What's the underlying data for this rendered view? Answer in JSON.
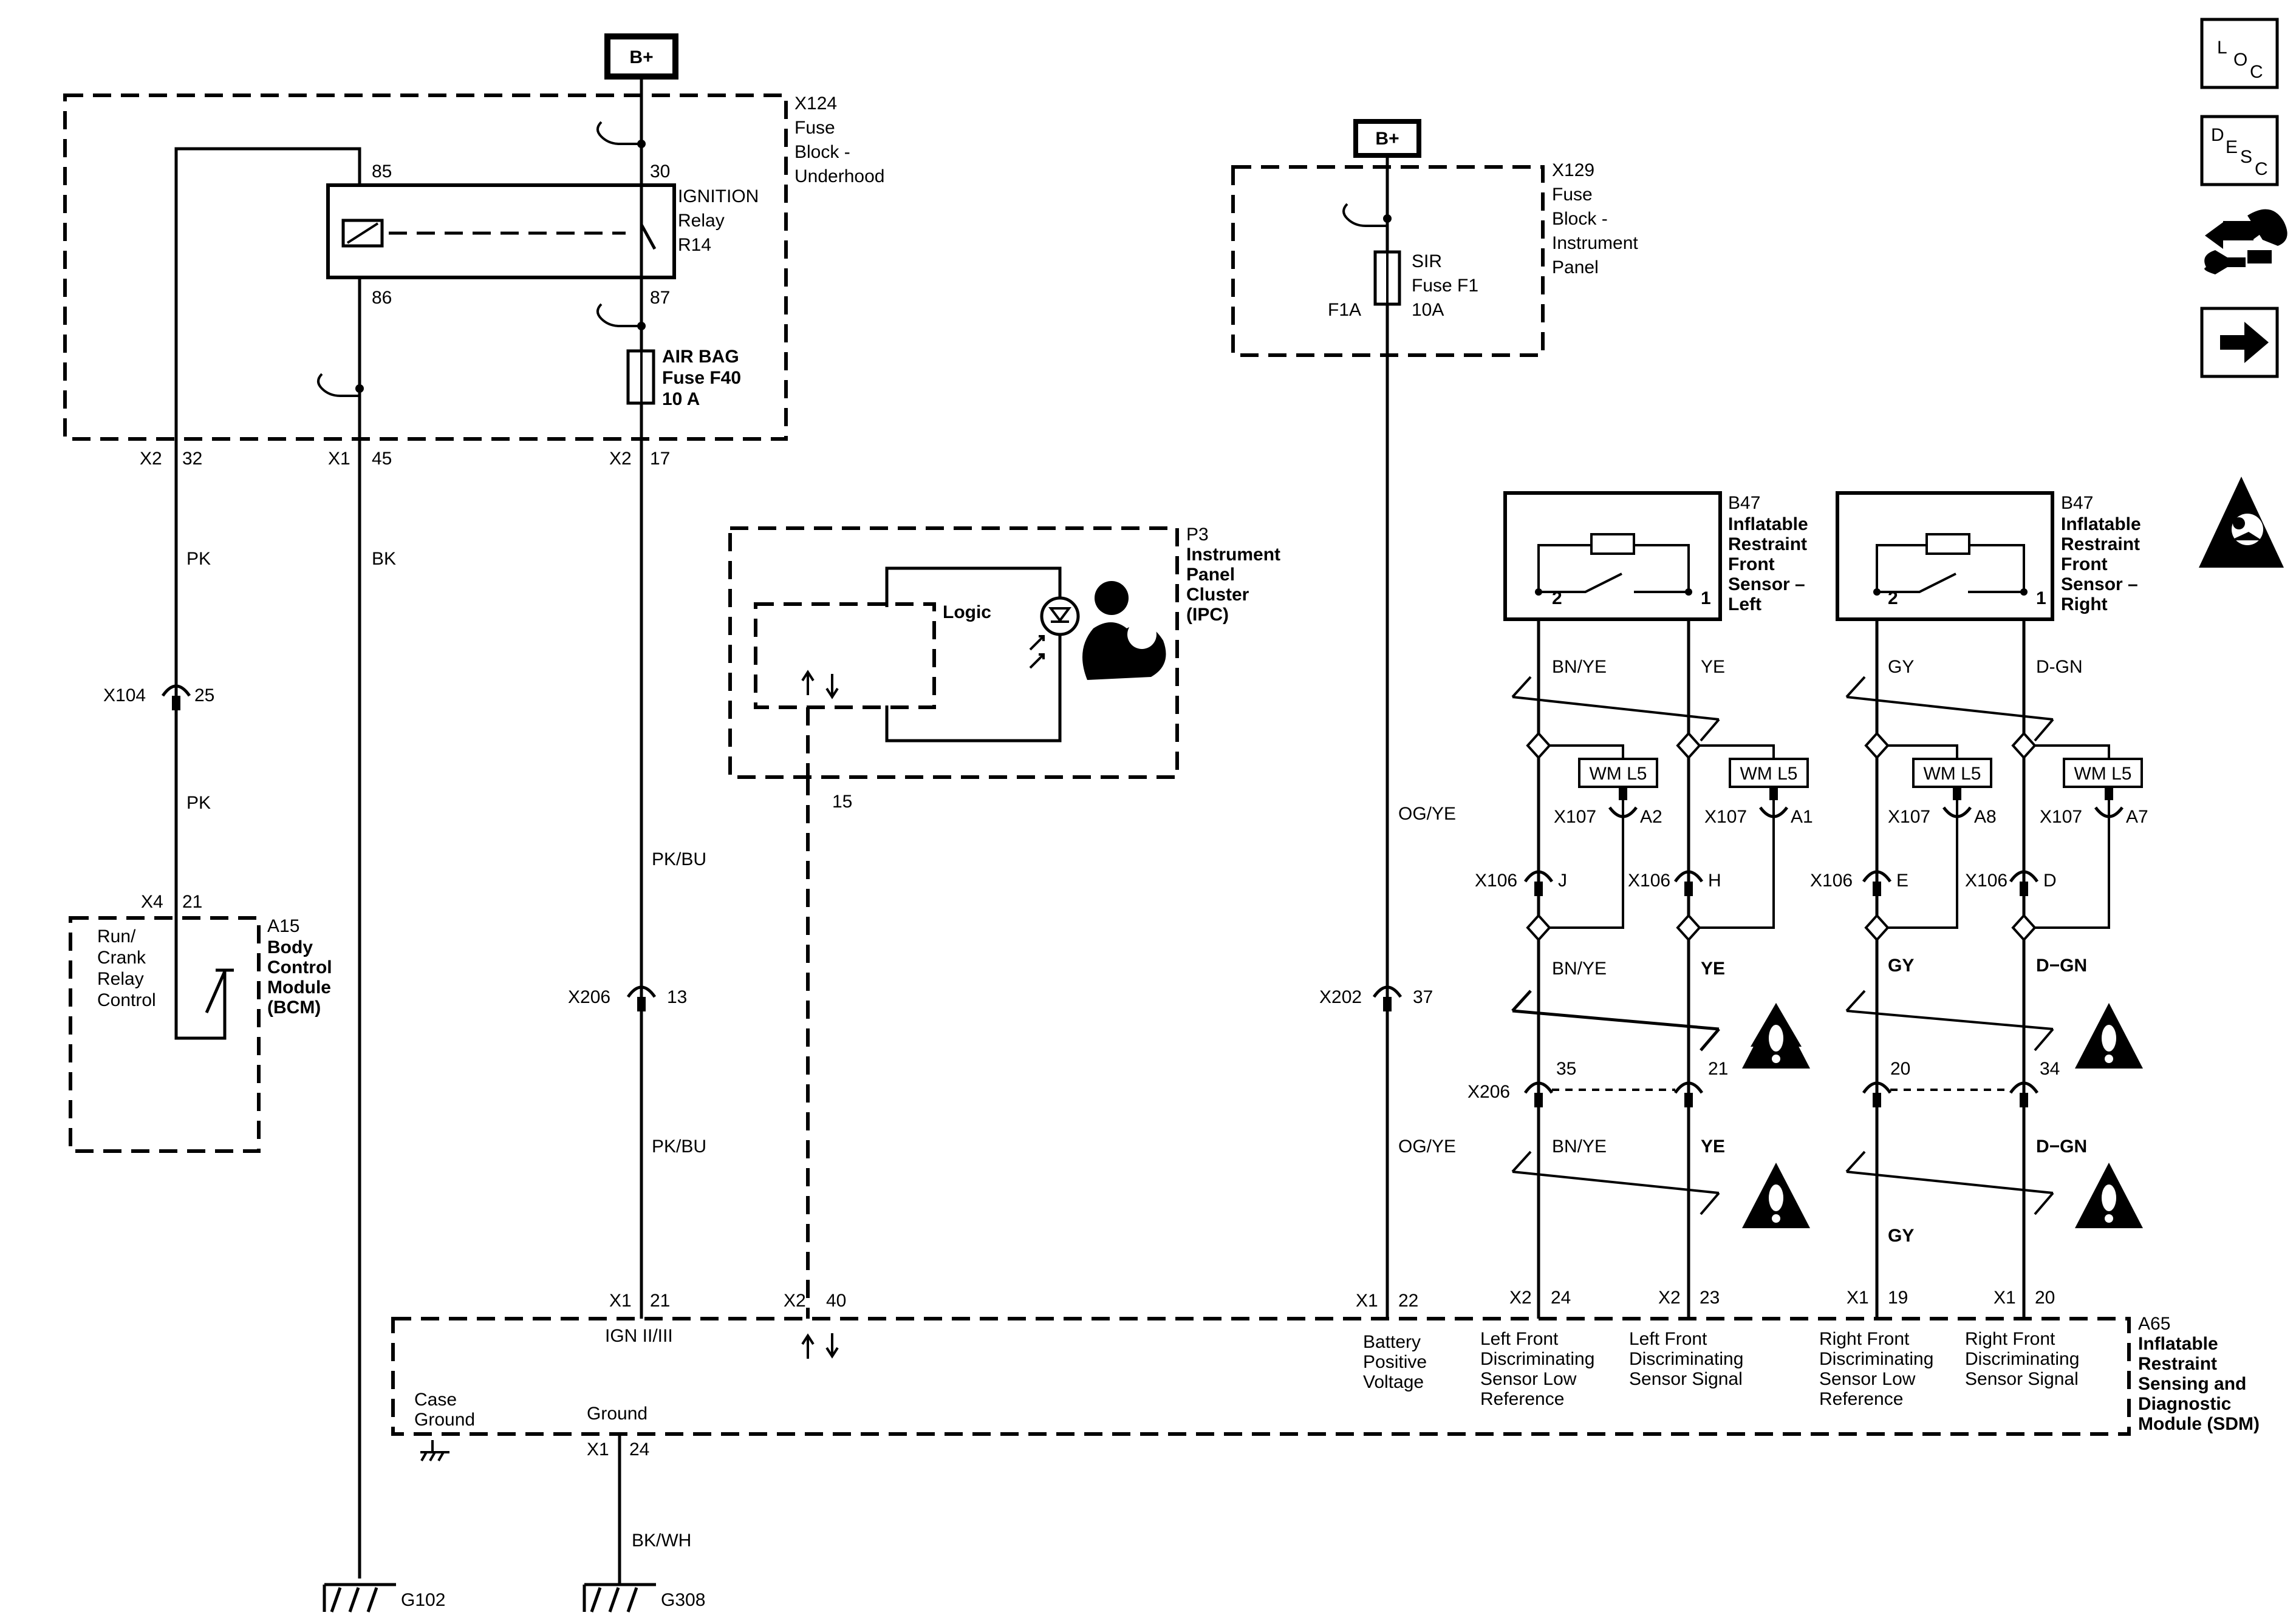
{
  "nav_icons": {
    "loc": {
      "icon": "loc-icon",
      "letters": [
        "L",
        "O",
        "C"
      ]
    },
    "desc": {
      "icon": "desc-icon",
      "letters": [
        "D",
        "E",
        "S",
        "C"
      ]
    },
    "connector_icon": "connector-wrench-icon",
    "next_icon": "arrow-right-icon",
    "airbag_warning_icon": "airbag-warning-icon"
  },
  "power": {
    "b_plus_left": "B+",
    "b_plus_right": "B+"
  },
  "x124": {
    "name": "X124",
    "desc": [
      "Fuse",
      "Block -",
      "Underhood"
    ]
  },
  "relay": {
    "name": [
      "IGNITION",
      "Relay",
      "R14"
    ],
    "pin85": "85",
    "pin86": "86",
    "pin30": "30",
    "pin87": "87"
  },
  "fuse_f40": {
    "name": [
      "AIR BAG",
      "Fuse  F40",
      "10 A"
    ]
  },
  "x124_out": {
    "c1": "X2",
    "p1": "32",
    "c2": "X1",
    "p2": "45",
    "c3": "X2",
    "p3": "17"
  },
  "x129": {
    "name": "X129",
    "desc": [
      "Fuse",
      "Block -",
      "Instrument",
      "Panel"
    ]
  },
  "fuse_f1": {
    "name": [
      "SIR",
      "Fuse F1",
      "10A"
    ],
    "pin": "F1A"
  },
  "ipc": {
    "name": [
      "P3",
      "Instrument",
      "Panel",
      "Cluster",
      "(IPC)"
    ],
    "logic": "Logic",
    "pin": "15"
  },
  "bcm": {
    "name": [
      "A15",
      "Body",
      "Control",
      "Module",
      "(BCM)"
    ],
    "func": [
      "Run/",
      "Crank",
      "Relay",
      "Control"
    ],
    "conn": "X4",
    "pin": "21"
  },
  "x104": {
    "conn": "X104",
    "pin": "25"
  },
  "x206_left": {
    "conn": "X206",
    "pin": "13"
  },
  "x202": {
    "conn": "X202",
    "pin": "37"
  },
  "wires": {
    "pk1": "PK",
    "pk2": "PK",
    "bk": "BK",
    "pkbu1": "PK/BU",
    "pkbu2": "PK/BU",
    "ogye1": "OG/YE",
    "ogye2": "OG/YE",
    "bkwh": "BK/WH",
    "l_bnye1": "BN/YE",
    "l_ye1": "YE",
    "r_gy1": "GY",
    "r_dgn1": "D-GN",
    "l_bnye2": "BN/YE",
    "l_ye2": "YE",
    "r_gy2": "GY",
    "r_dgn2": "D−GN",
    "l_bnye3": "BN/YE",
    "l_ye3": "YE",
    "r_gy3": "GY",
    "r_dgn3": "D−GN"
  },
  "sensor_left": {
    "name": [
      "B47",
      "Inflatable",
      "Restraint",
      "Front",
      "Sensor –",
      "Left"
    ],
    "pin2": "2",
    "pin1": "1"
  },
  "sensor_right": {
    "name": [
      "B47",
      "Inflatable",
      "Restraint",
      "Front",
      "Sensor –",
      "Right"
    ],
    "pin2": "2",
    "pin1": "1"
  },
  "wm": {
    "l1": "WM L5",
    "l2": "WM L5",
    "r1": "WM L5",
    "r2": "WM L5"
  },
  "x107": {
    "c1": "X107",
    "p1": "A2",
    "c2": "X107",
    "p2": "A1",
    "c3": "X107",
    "p3": "A8",
    "c4": "X107",
    "p4": "A7"
  },
  "x106": {
    "c1": "X106",
    "p1": "J",
    "c2": "X106",
    "p2": "H",
    "c3": "X106",
    "p3": "E",
    "c4": "X106",
    "p4": "D"
  },
  "x206_right": {
    "conn": "X206",
    "p1": "35",
    "p2": "21",
    "p3": "20",
    "p4": "34"
  },
  "sdm": {
    "name": [
      "A65",
      "Inflatable",
      "Restraint",
      "Sensing and",
      "Diagnostic",
      "Module (SDM)"
    ],
    "ign_conn": "X1",
    "ign_pin": "21",
    "ign_label": "IGN II/III",
    "ipc_conn": "X2",
    "ipc_pin": "40",
    "bat_conn": "X1",
    "bat_pin": "22",
    "bat_label": [
      "Battery",
      "Positive",
      "Voltage"
    ],
    "llow_conn": "X2",
    "llow_pin": "24",
    "llow_label": [
      "Left Front",
      "Discriminating",
      "Sensor Low",
      "Reference"
    ],
    "lsig_conn": "X2",
    "lsig_pin": "23",
    "lsig_label": [
      "Left Front",
      "Discriminating",
      "Sensor Signal"
    ],
    "rlow_conn": "X1",
    "rlow_pin": "19",
    "rlow_label": [
      "Right Front",
      "Discriminating",
      "Sensor Low",
      "Reference"
    ],
    "rsig_conn": "X1",
    "rsig_pin": "20",
    "rsig_label": [
      "Right Front",
      "Discriminating",
      "Sensor Signal"
    ],
    "case_ground": [
      "Case",
      "Ground"
    ],
    "ground_label": "Ground",
    "gnd_conn": "X1",
    "gnd_pin": "24"
  },
  "grounds": {
    "g102": "G102",
    "g308": "G308"
  }
}
